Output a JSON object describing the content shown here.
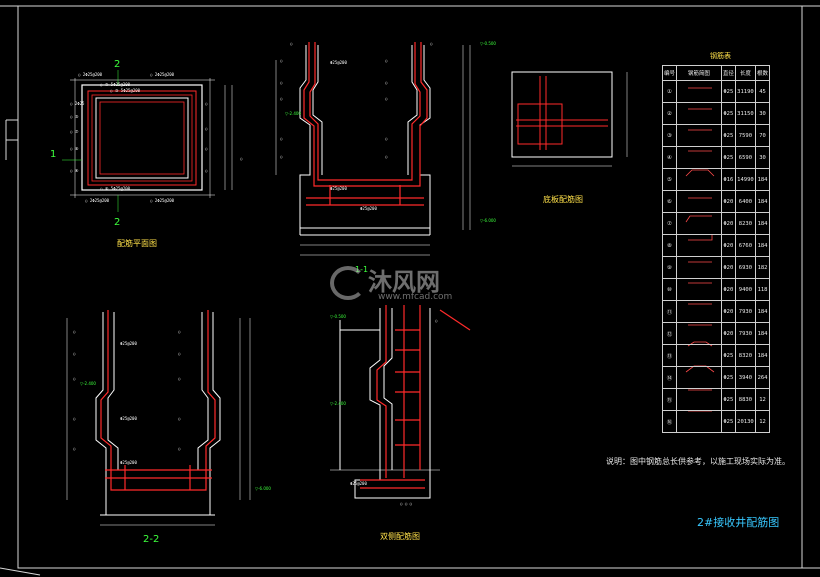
{
  "drawing": {
    "title": "2#接收井配筋图",
    "note": "说明：图中钢筋总长供参考，以施工现场实际为准。"
  },
  "views": {
    "plan": {
      "title": "配筋平面图",
      "section_mark_top": "2",
      "section_mark_bottom": "2",
      "section_mark_left": "1"
    },
    "section_1_1": {
      "title": "1-1"
    },
    "bottom_plate": {
      "title": "底板配筋图"
    },
    "section_2_2": {
      "title": "2-2"
    },
    "double_wall": {
      "title": "双侧配筋图"
    }
  },
  "rebar_table": {
    "title": "钢筋表",
    "headers": [
      "编号",
      "钢筋简图",
      "直径",
      "长度",
      "根数"
    ],
    "rows": [
      {
        "no": "①",
        "diameter": "Φ25",
        "length": "31190",
        "count": "45"
      },
      {
        "no": "②",
        "diameter": "Φ25",
        "length": "31150",
        "count": "30"
      },
      {
        "no": "③",
        "diameter": "Φ25",
        "length": "7590",
        "count": "70"
      },
      {
        "no": "④",
        "diameter": "Φ25",
        "length": "6590",
        "count": "30"
      },
      {
        "no": "⑤",
        "diameter": "Φ16",
        "length": "14990",
        "count": "184"
      },
      {
        "no": "⑥",
        "diameter": "Φ20",
        "length": "6400",
        "count": "184"
      },
      {
        "no": "⑦",
        "diameter": "Φ20",
        "length": "8230",
        "count": "184"
      },
      {
        "no": "⑧",
        "diameter": "Φ20",
        "length": "6760",
        "count": "184"
      },
      {
        "no": "⑨",
        "diameter": "Φ20",
        "length": "6930",
        "count": "182"
      },
      {
        "no": "⑩",
        "diameter": "Φ20",
        "length": "9400",
        "count": "118"
      },
      {
        "no": "⑪",
        "diameter": "Φ20",
        "length": "7930",
        "count": "184"
      },
      {
        "no": "⑫",
        "diameter": "Φ20",
        "length": "7930",
        "count": "184"
      },
      {
        "no": "⑬",
        "diameter": "Φ25",
        "length": "8320",
        "count": "184"
      },
      {
        "no": "⑭",
        "diameter": "Φ25",
        "length": "3940",
        "count": "264"
      },
      {
        "no": "⑮",
        "diameter": "Φ25",
        "length": "8830",
        "count": "12"
      },
      {
        "no": "⑯",
        "diameter": "Φ25",
        "length": "20130",
        "count": "12"
      }
    ]
  },
  "watermark": {
    "brand": "沐风网",
    "url": "www.mfcad.com"
  },
  "colors": {
    "background": "#000000",
    "rebar": "#ff2a2a",
    "outline": "#ffffff",
    "title": "#ffe14a",
    "drawing_title": "#38c8ff"
  }
}
